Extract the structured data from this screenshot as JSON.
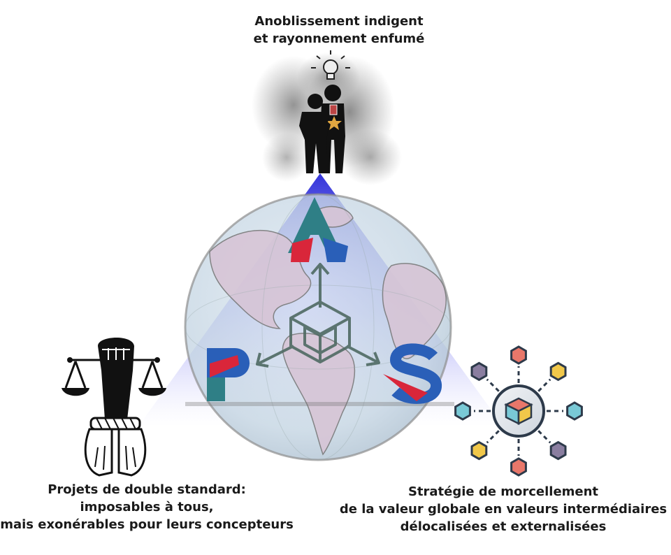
{
  "vertices": {
    "top": {
      "lines": [
        "Anoblissement indigent",
        "et rayonnement enfumé"
      ],
      "icon": "noble-figures-smoke-lightbulb-icon"
    },
    "left": {
      "lines": [
        "Projets de double standard:",
        "imposables à tous,",
        "mais exonérables pour leurs concepteurs"
      ],
      "icon": "scales-fist-chained-hands-icon"
    },
    "right": {
      "lines": [
        "Stratégie de morcellement",
        "de la valeur globale en valeurs intermédiaires",
        "délocalisées et externalisées"
      ],
      "icon": "network-cube-hub-icon"
    }
  },
  "logo_letters": [
    "A",
    "P",
    "S"
  ],
  "colors": {
    "triangle": "#3a3ae0",
    "globe_ocean": "#b9cfe0",
    "globe_land": "#d9c7d6",
    "letter_teal": "#2f7f86",
    "letter_red": "#d9263a",
    "letter_blue": "#2a5fb8",
    "arrows": "#4f6a63",
    "hexagons": [
      "#e8776a",
      "#f1c84a",
      "#79c9d6",
      "#8a7ea0"
    ]
  }
}
